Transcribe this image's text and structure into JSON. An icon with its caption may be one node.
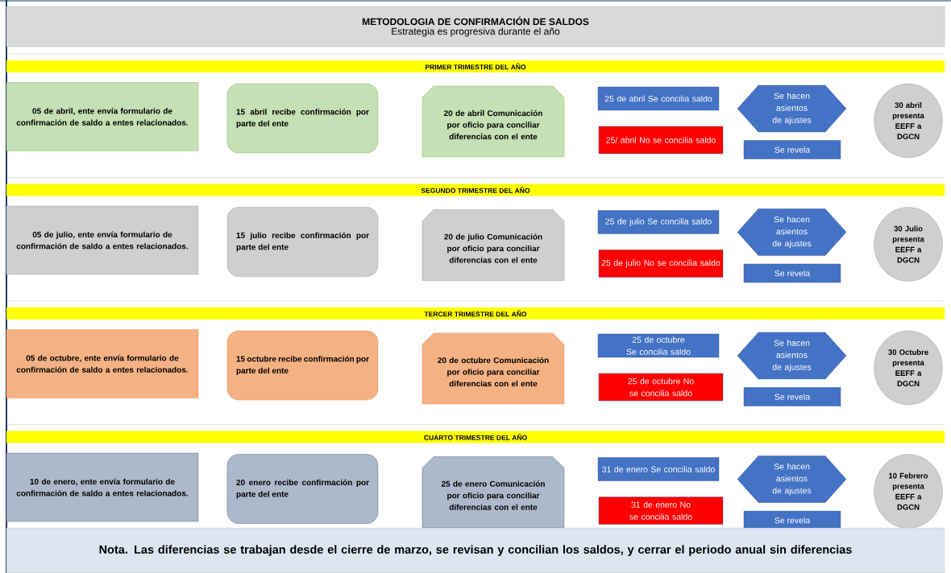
{
  "diagram": {
    "nodes": [
      {
        "text": [
          "METODOLOGIA DE CONFIRMACIÓN DE SALDOS",
          "Estrategia es progresiva durante el año"
        ]
      },
      {
        "text": [
          "PRIMER TRIMESTRE DEL AÑO"
        ]
      },
      {
        "text": [
          "05 de abril, ente envía formulario de confirmación de saldo a entes relacionados."
        ]
      },
      {
        "text": [
          "15 abril recibe confirmación por parte del ente"
        ]
      },
      {
        "text": [
          "20 de abril Comunicación por oficio para conciliar diferencias con el ente"
        ]
      },
      {
        "text": [
          "25 de abril Se concilia saldo"
        ]
      },
      {
        "text": [
          "25/ abril No se concilia saldo"
        ]
      },
      {
        "text": [
          "Se hacen asientos de ajustes"
        ]
      },
      {
        "text": [
          "Se revela"
        ]
      },
      {
        "text": [
          "30 abril presenta EEFF a DGCN"
        ]
      },
      {
        "text": [
          "SEGUNDO TRIMESTRE DEL AÑO"
        ]
      },
      {
        "text": [
          "05 de julio, ente envía formulario de confirmación de saldo a entes relacionados."
        ]
      },
      {
        "text": [
          "15 julio recibe confirmación por parte del ente"
        ]
      },
      {
        "text": [
          "20 de julio Comunicación por oficio para conciliar diferencias con el ente"
        ]
      },
      {
        "text": [
          "25 de julio Se concilia saldo"
        ]
      },
      {
        "text": [
          "25 de julio No se concilia saldo"
        ]
      },
      {
        "text": [
          "Se hacen asientos de ajustes"
        ]
      },
      {
        "text": [
          "Se revela"
        ]
      },
      {
        "text": [
          "30 Julio presenta EEFF a DGCN"
        ]
      },
      {
        "text": [
          "TERCER TRIMESTRE DEL AÑO"
        ]
      },
      {
        "text": [
          "05 de octubre, ente envía formulario de confirmación de saldo a entes relacionados."
        ]
      },
      {
        "text": [
          "15 octubre recibe confirmación por parte del ente"
        ]
      },
      {
        "text": [
          "20 de octubre Comunicación por oficio para conciliar diferencias con el ente"
        ]
      },
      {
        "text": [
          "25 de octubre Se concilia saldo"
        ]
      },
      {
        "text": [
          "25 de octubre No se concilia saldo"
        ]
      },
      {
        "text": [
          "Se hacen asientos de ajustes"
        ]
      },
      {
        "text": [
          "Se revela"
        ]
      },
      {
        "text": [
          "30 Octubre presenta EEFF a DGCN"
        ]
      },
      {
        "text": [
          "CUARTO TRIMESTRE DEL AÑO"
        ]
      },
      {
        "text": [
          "10 de enero, ente envía formulario de confirmación de saldo a entes relacionados."
        ]
      },
      {
        "text": [
          "20 enero recibe confirmación por parte del ente"
        ]
      },
      {
        "text": [
          "25 de enero Comunicación por oficio para conciliar diferencias con el ente"
        ]
      },
      {
        "text": [
          "31 de enero Se concilia saldo"
        ]
      },
      {
        "text": [
          "31 de enero No se concilia saldo"
        ]
      },
      {
        "text": [
          "Se hacen asientos de ajustes"
        ]
      },
      {
        "text": [
          "Se revela"
        ]
      },
      {
        "text": [
          "10 Febrero presenta EEFF a DGCN"
        ]
      },
      {
        "text": [
          "Nota. Las diferencias se trabajan desde el cierre de marzo, se revisan y concilian los saldos, y cerrar el periodo anual sin diferencias"
        ]
      }
    ]
  }
}
